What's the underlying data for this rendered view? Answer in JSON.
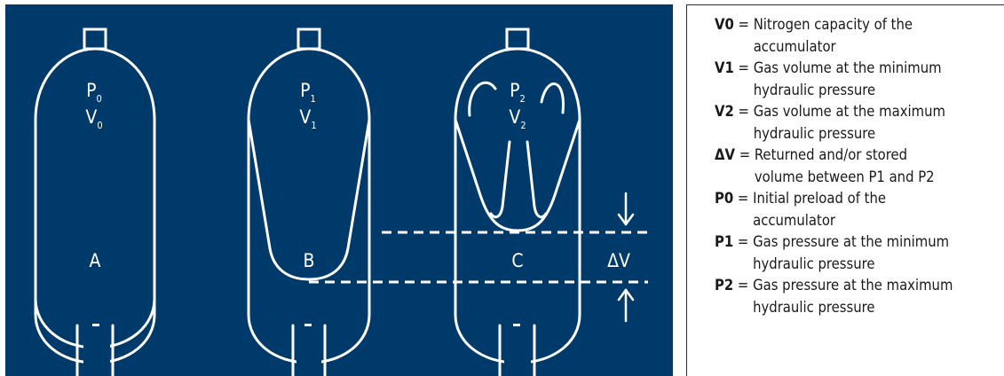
{
  "diagram": {
    "accumulators": [
      {
        "letter": "A",
        "pressure": "P",
        "pressure_sub": "0",
        "volume": "V",
        "volume_sub": "0"
      },
      {
        "letter": "B",
        "pressure": "P",
        "pressure_sub": "1",
        "volume": "V",
        "volume_sub": "1"
      },
      {
        "letter": "C",
        "pressure": "P",
        "pressure_sub": "2",
        "volume": "V",
        "volume_sub": "2"
      }
    ],
    "delta_label": "ΔV",
    "colors": {
      "background": "#003a6b",
      "line": "#ffffff"
    }
  },
  "legend": {
    "items": [
      {
        "term": "V0",
        "definition": "Nitrogen capacity of the accumulator"
      },
      {
        "term": "V1",
        "definition": "Gas volume at the minimum hydraulic pressure"
      },
      {
        "term": "V2",
        "definition": "Gas volume at the maximum hydraulic pressure"
      },
      {
        "term": "ΔV",
        "definition": "Returned and/or stored volume between P1 and P2"
      },
      {
        "term": "P0",
        "definition": "Initial preload of the accumulator"
      },
      {
        "term": "P1",
        "definition": "Gas pressure at the minimum hydraulic pressure"
      },
      {
        "term": "P2",
        "definition": "Gas pressure at the maximum hydraulic pressure"
      }
    ]
  }
}
